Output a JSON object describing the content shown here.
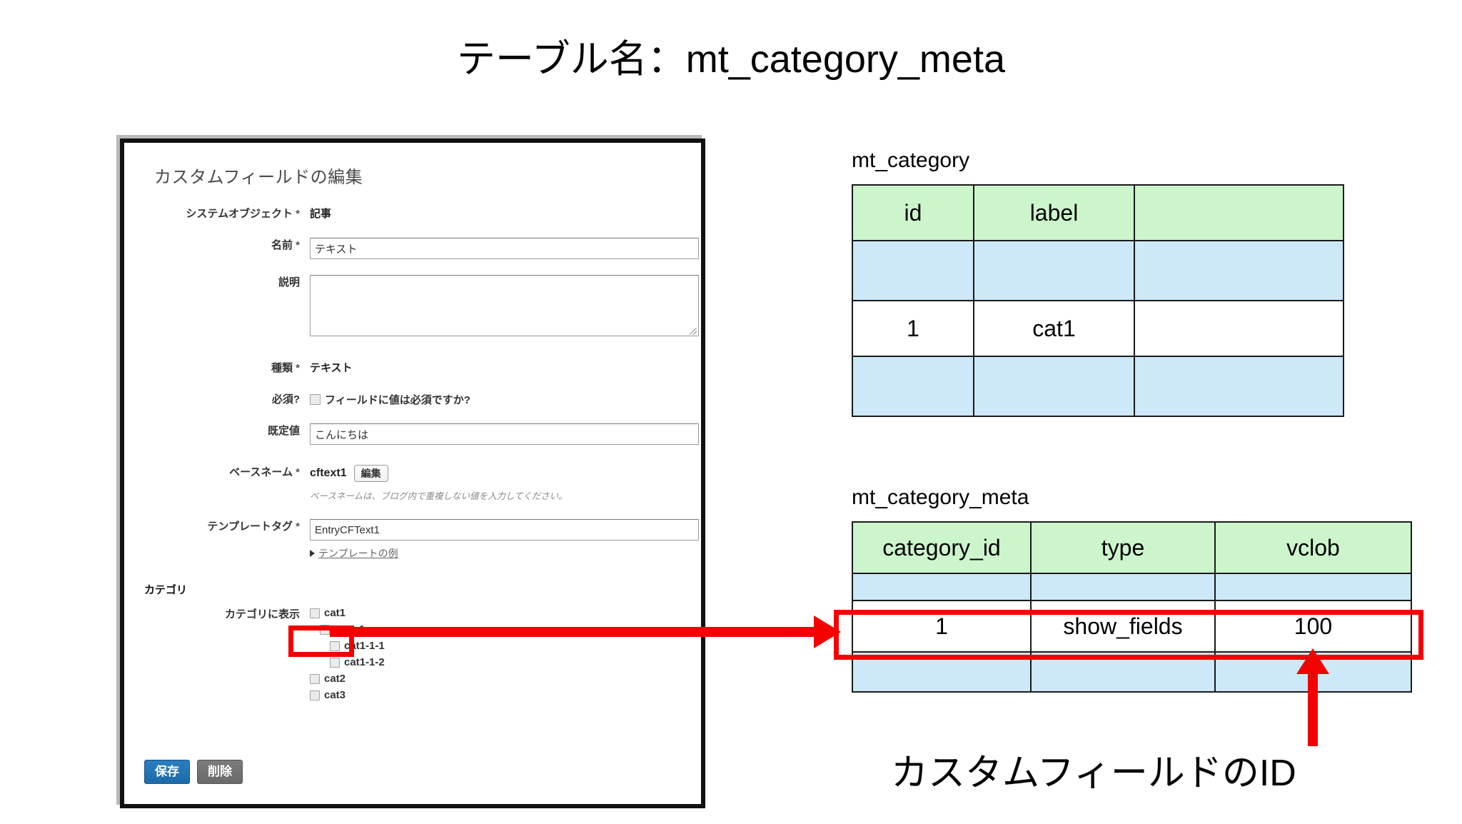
{
  "title": "テーブル名：mt_category_meta",
  "form": {
    "heading": "カスタムフィールドの編集",
    "system_object": {
      "label": "システムオブジェクト",
      "required_mark": "*",
      "value": "記事"
    },
    "name": {
      "label": "名前",
      "required_mark": "*",
      "value": "テキスト"
    },
    "description": {
      "label": "説明",
      "value": ""
    },
    "kind": {
      "label": "種類",
      "required_mark": "*",
      "value": "テキスト"
    },
    "required": {
      "label": "必須?",
      "checkbox_label": "フィールドに値は必須ですか?",
      "checked": false
    },
    "default_value": {
      "label": "既定値",
      "value": "こんにちは"
    },
    "basename": {
      "label": "ベースネーム",
      "required_mark": "*",
      "value": "cftext1",
      "edit_button": "編集",
      "hint": "ベースネームは、ブログ内で重複しない値を入力してください。"
    },
    "template_tag": {
      "label": "テンプレートタグ",
      "required_mark": "*",
      "value": "EntryCFText1",
      "disclosure_link": "テンプレートの例"
    },
    "category_section": {
      "title": "カテゴリ",
      "label": "カテゴリに表示",
      "items": [
        {
          "label": "cat1",
          "indent": 1,
          "checked": false
        },
        {
          "label": "cat1-1",
          "indent": 2,
          "checked": false
        },
        {
          "label": "cat1-1-1",
          "indent": 3,
          "checked": false
        },
        {
          "label": "cat1-1-2",
          "indent": 3,
          "checked": false
        },
        {
          "label": "cat2",
          "indent": 1,
          "checked": false
        },
        {
          "label": "cat3",
          "indent": 1,
          "checked": false
        }
      ]
    },
    "buttons": {
      "save": "保存",
      "delete": "削除"
    }
  },
  "tables": [
    {
      "caption": "mt_category",
      "columns": [
        "id",
        "label",
        ""
      ],
      "rows": [
        {
          "cells": [
            "",
            "",
            ""
          ],
          "style": "blank"
        },
        {
          "cells": [
            "1",
            "cat1",
            ""
          ],
          "style": "white"
        },
        {
          "cells": [
            "",
            "",
            ""
          ],
          "style": "blank"
        }
      ]
    },
    {
      "caption": "mt_category_meta",
      "columns": [
        "category_id",
        "type",
        "vclob"
      ],
      "rows": [
        {
          "cells": [
            "",
            "",
            ""
          ],
          "style": "blank"
        },
        {
          "cells": [
            "1",
            "show_fields",
            "100"
          ],
          "style": "white",
          "highlight": true
        },
        {
          "cells": [
            "",
            "",
            ""
          ],
          "style": "blank"
        }
      ]
    }
  ],
  "annotations": {
    "bottom_caption": "カスタムフィールドのID",
    "highlight_color": "#f40000",
    "header_color": "#ccf5cc",
    "row_color": "#cce8f9"
  }
}
